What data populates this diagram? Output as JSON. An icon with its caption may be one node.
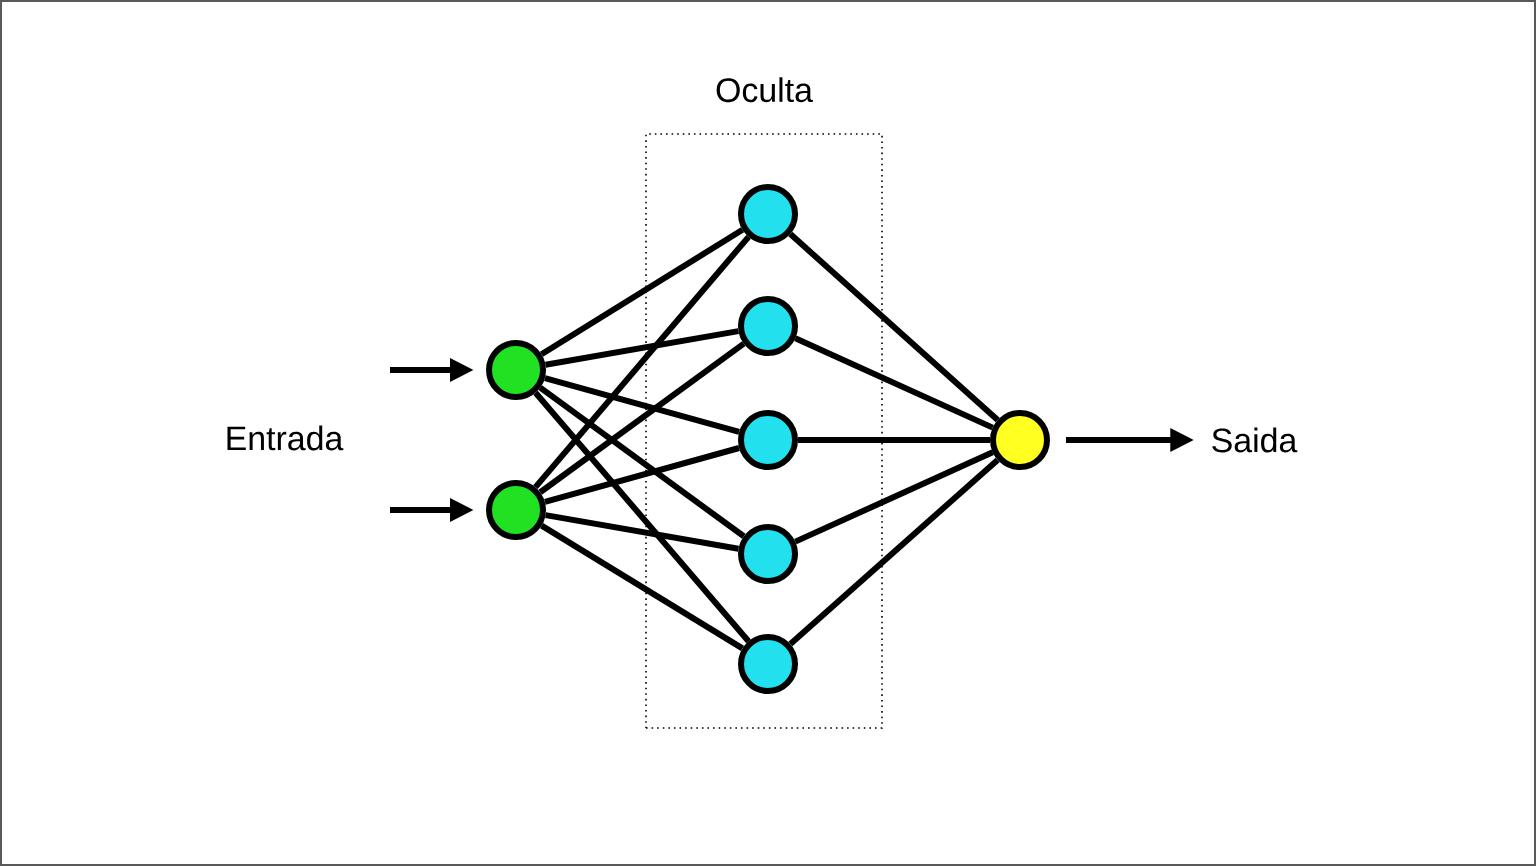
{
  "diagram": {
    "nodes": [
      {
        "text": [
          "Oculta"
        ]
      },
      {
        "text": [],
        "shape": "circle"
      },
      {
        "text": [],
        "shape": "circle"
      },
      {
        "text": [],
        "shape": "circle",
        "in": 0
      },
      {
        "text": [],
        "shape": "circle",
        "in": 0
      },
      {
        "text": [],
        "shape": "circle",
        "in": 0
      },
      {
        "text": [],
        "shape": "circle",
        "in": 0
      },
      {
        "text": [],
        "shape": "circle",
        "in": 0
      },
      {
        "text": [],
        "shape": "circle"
      },
      {
        "text": [
          "Saida"
        ]
      }
    ],
    "edges": [
      {
        "from": null,
        "to": 1,
        "arrow": "to"
      },
      {
        "from": null,
        "to": 2,
        "arrow": "to"
      },
      {
        "from": 1,
        "to": 3,
        "arrow": "none"
      },
      {
        "from": 1,
        "to": 4,
        "arrow": "none"
      },
      {
        "from": 1,
        "to": 5,
        "arrow": "none"
      },
      {
        "from": 1,
        "to": 6,
        "arrow": "none"
      },
      {
        "from": 1,
        "to": 7,
        "arrow": "none"
      },
      {
        "from": 2,
        "to": 3,
        "arrow": "none"
      },
      {
        "from": 2,
        "to": 4,
        "arrow": "none"
      },
      {
        "from": 2,
        "to": 5,
        "arrow": "none"
      },
      {
        "from": 2,
        "to": 6,
        "arrow": "none"
      },
      {
        "from": 2,
        "to": 7,
        "arrow": "none"
      },
      {
        "from": 3,
        "to": 8,
        "arrow": "none"
      },
      {
        "from": 4,
        "to": 8,
        "arrow": "none"
      },
      {
        "from": 5,
        "to": 8,
        "arrow": "none"
      },
      {
        "from": 6,
        "to": 8,
        "arrow": "none"
      },
      {
        "from": 7,
        "to": 8,
        "arrow": "none"
      },
      {
        "from": 8,
        "to": 9,
        "arrow": "to"
      }
    ],
    "labels": [
      "Entrada"
    ]
  }
}
